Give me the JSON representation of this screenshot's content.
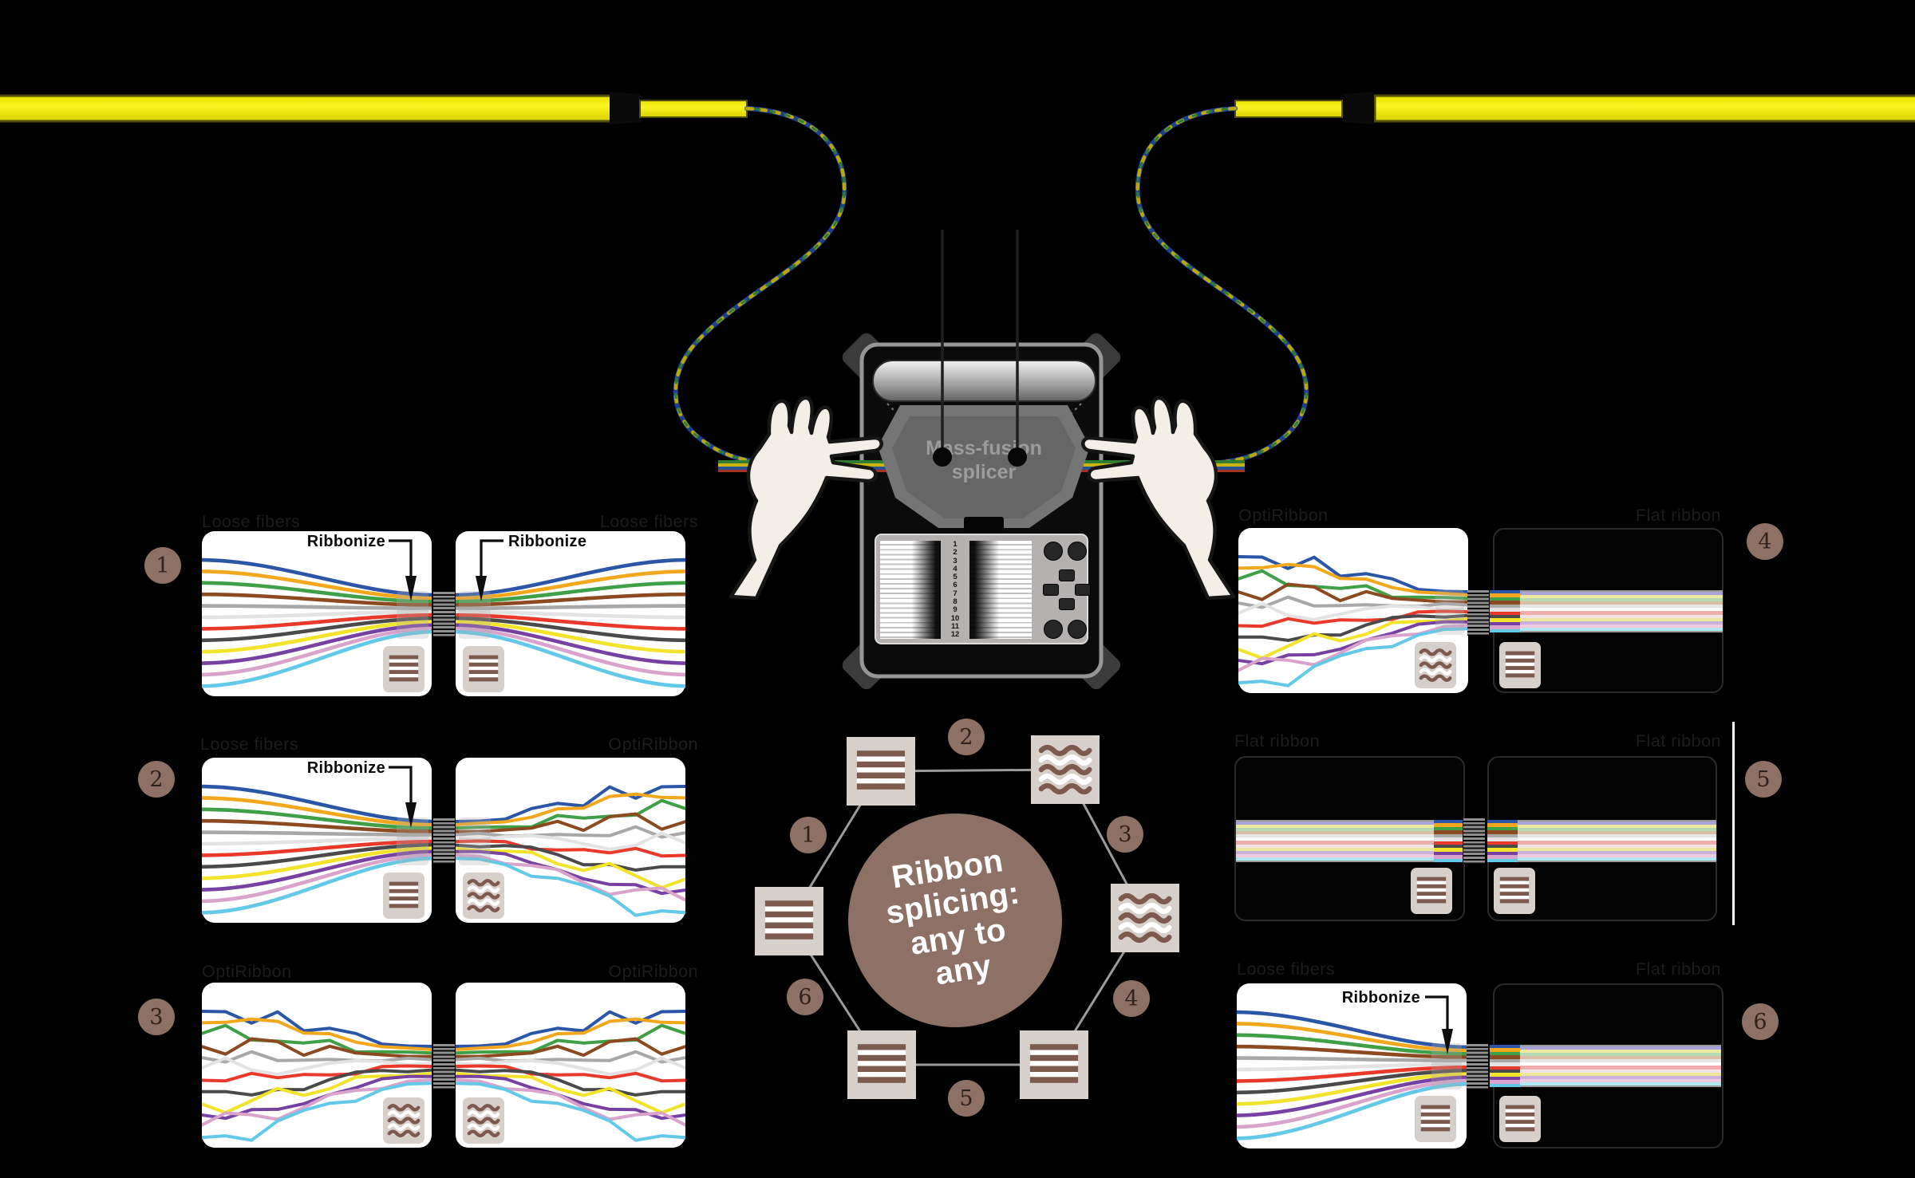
{
  "labels": {
    "ribbonize": "Ribbonize"
  },
  "splicer": {
    "title_line1": "Mass-fusion",
    "title_line2": "splicer",
    "channels": [
      "1",
      "2",
      "3",
      "4",
      "5",
      "6",
      "7",
      "8",
      "9",
      "10",
      "11",
      "12"
    ]
  },
  "rows": [
    {
      "number": "1",
      "left": {
        "caption": "Loose fibers",
        "type": "loose",
        "icon": "flat-ribbon-icon",
        "ribbonize": "Ribbonize"
      },
      "right": {
        "caption": "Loose fibers",
        "type": "loose",
        "icon": "flat-ribbon-icon",
        "ribbonize": "Ribbonize"
      }
    },
    {
      "number": "2",
      "left": {
        "caption": "Loose fibers",
        "type": "loose",
        "icon": "flat-ribbon-icon",
        "ribbonize": "Ribbonize"
      },
      "right": {
        "caption": "OptiRibbon",
        "type": "opti",
        "icon": "wavy-fibers-icon"
      }
    },
    {
      "number": "3",
      "left": {
        "caption": "OptiRibbon",
        "type": "opti",
        "icon": "wavy-fibers-icon"
      },
      "right": {
        "caption": "OptiRibbon",
        "type": "opti",
        "icon": "wavy-fibers-icon"
      }
    },
    {
      "number": "4",
      "left": {
        "caption": "OptiRibbon",
        "type": "opti",
        "icon": "wavy-fibers-icon"
      },
      "right": {
        "caption": "Flat ribbon",
        "type": "flat",
        "icon": "flat-ribbon-icon"
      }
    },
    {
      "number": "5",
      "left": {
        "caption": "Flat ribbon",
        "type": "flat",
        "icon": "flat-ribbon-icon"
      },
      "right": {
        "caption": "Flat ribbon",
        "type": "flat",
        "icon": "flat-ribbon-icon"
      }
    },
    {
      "number": "6",
      "left": {
        "caption": "Loose fibers",
        "type": "loose",
        "icon": "flat-ribbon-icon",
        "ribbonize": "Ribbonize"
      },
      "right": {
        "caption": "Flat ribbon",
        "type": "flat",
        "icon": "flat-ribbon-icon"
      }
    }
  ],
  "hexagon": {
    "center_lines": [
      "Ribbon",
      "splicing:",
      "any to",
      "any"
    ],
    "edge_numbers": [
      "1",
      "2",
      "3",
      "4",
      "5",
      "6"
    ],
    "nodes": [
      {
        "id": "left",
        "icon": "flat-ribbon-icon"
      },
      {
        "id": "top-left",
        "icon": "flat-ribbon-icon"
      },
      {
        "id": "top-right",
        "icon": "wavy-fibers-icon"
      },
      {
        "id": "right",
        "icon": "wavy-fibers-icon"
      },
      {
        "id": "bottom-right",
        "icon": "flat-ribbon-icon"
      },
      {
        "id": "bottom-left",
        "icon": "flat-ribbon-icon"
      }
    ]
  },
  "fiber_colors": [
    "#2b55a7",
    "#f2a71c",
    "#3fa047",
    "#8c4a21",
    "#a8a8a8",
    "#e3e3e3",
    "#e8392b",
    "#4a4a4a",
    "#f2e32b",
    "#7741a1",
    "#d9a3cc",
    "#62c9e8"
  ],
  "ribbon_pale_colors": [
    "#a7a3d9",
    "#ece9a2",
    "#b7d9b4",
    "#d9bfa6",
    "#e6e6e6",
    "#ffffff",
    "#f2aeae",
    "#efe3e3",
    "#ece79c",
    "#cbb2dc",
    "#f0cade",
    "#aee7ef"
  ],
  "colors": {
    "background": "#000000",
    "cable_yellow": "#f5ec08",
    "cable_edge": "#4f4f06",
    "accent_brown": "#8d7164",
    "node_box_bg": "#d9d2ce",
    "icon_stripe_brown": "#7d5a4e",
    "caption_gray": "#1c1c1c",
    "splicer_text_gray": "#9c9c9c"
  }
}
